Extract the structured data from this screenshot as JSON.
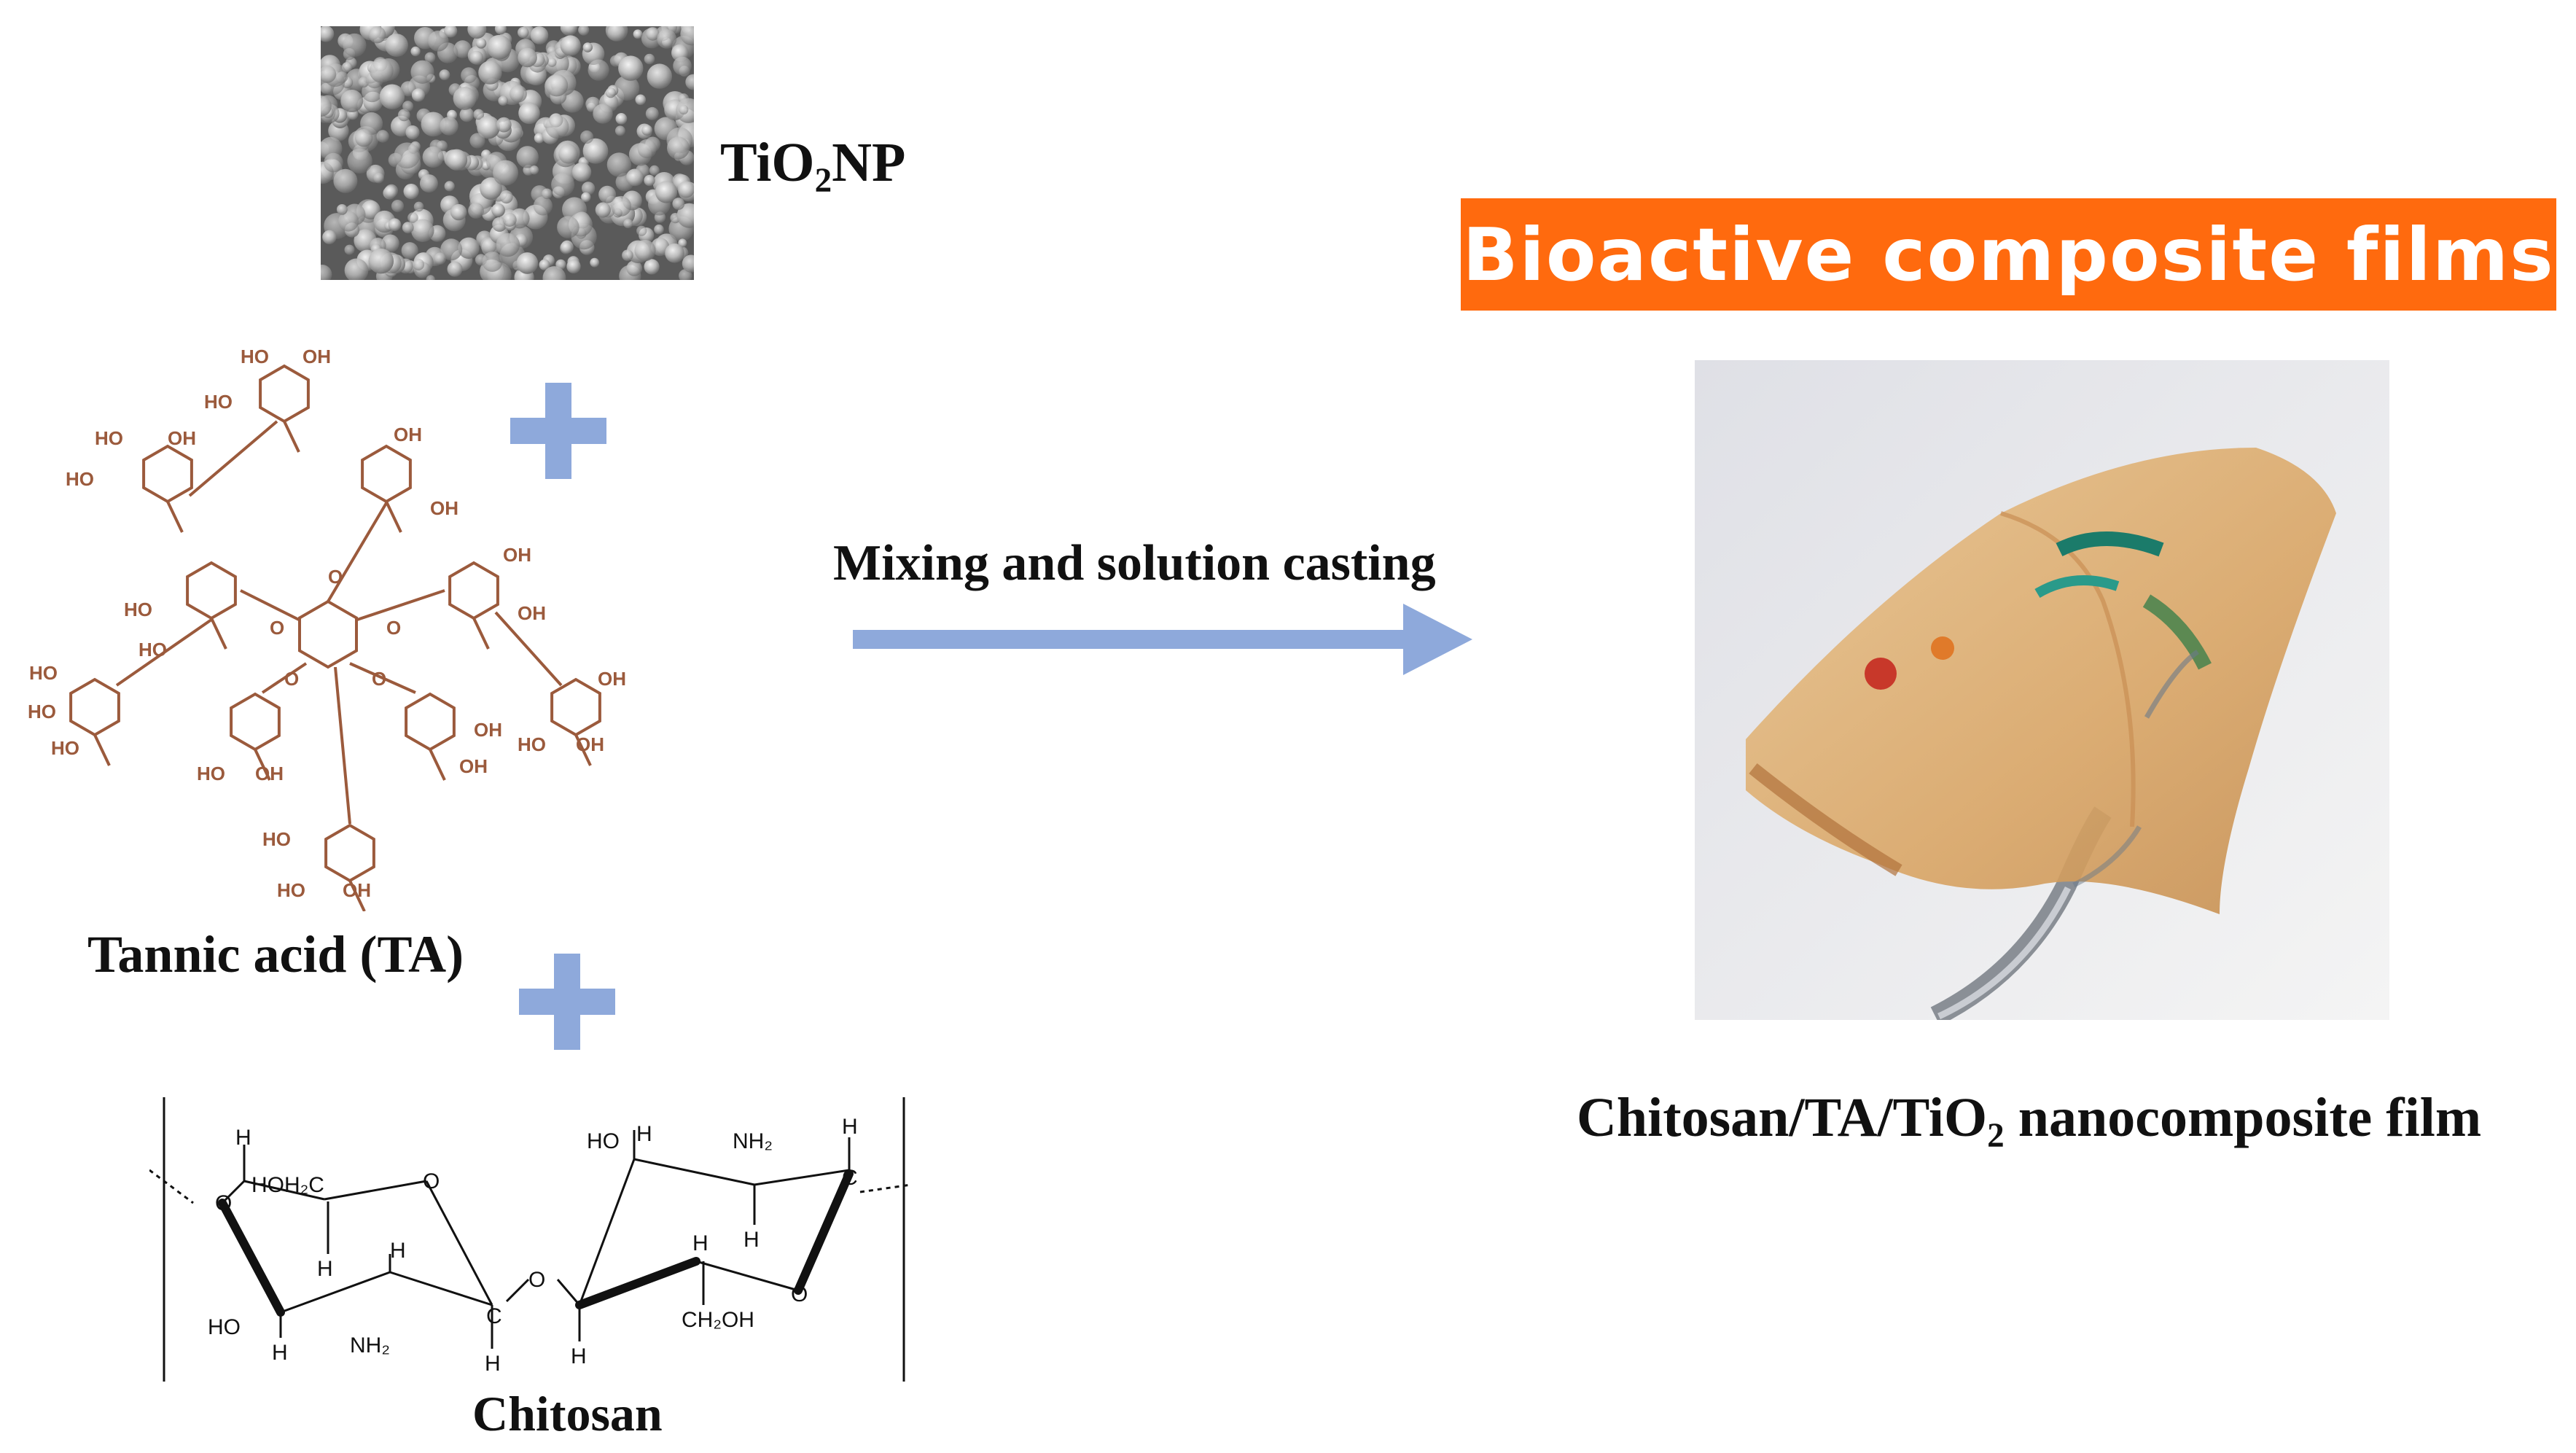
{
  "reactants": {
    "tio2": {
      "label_main": "TiO",
      "label_sub": "2",
      "label_tail": "NP"
    },
    "tannic_acid": {
      "label": "Tannic acid (TA)"
    },
    "chitosan": {
      "label": "Chitosan"
    }
  },
  "process": {
    "label": "Mixing and solution casting"
  },
  "product": {
    "title": "Bioactive composite films",
    "caption_main": "Chitosan/TA/TiO",
    "caption_sub": "2",
    "caption_tail": " nanocomposite film"
  },
  "chem_labels": {
    "ho": "HO",
    "oh": "OH",
    "o": "O",
    "h": "H",
    "hoh2c": "HOH₂C",
    "nh2": "NH₂",
    "ch2oh": "CH₂OH",
    "c": "C"
  },
  "colors": {
    "plus": "#8ea9db",
    "arrow": "#8ea9db",
    "banner": "#ff6a0e",
    "ta_structure": "#9b5a3c",
    "chitosan_structure": "#111111"
  },
  "icons": {
    "plus": "plus-icon",
    "arrow": "arrow-right-icon"
  }
}
